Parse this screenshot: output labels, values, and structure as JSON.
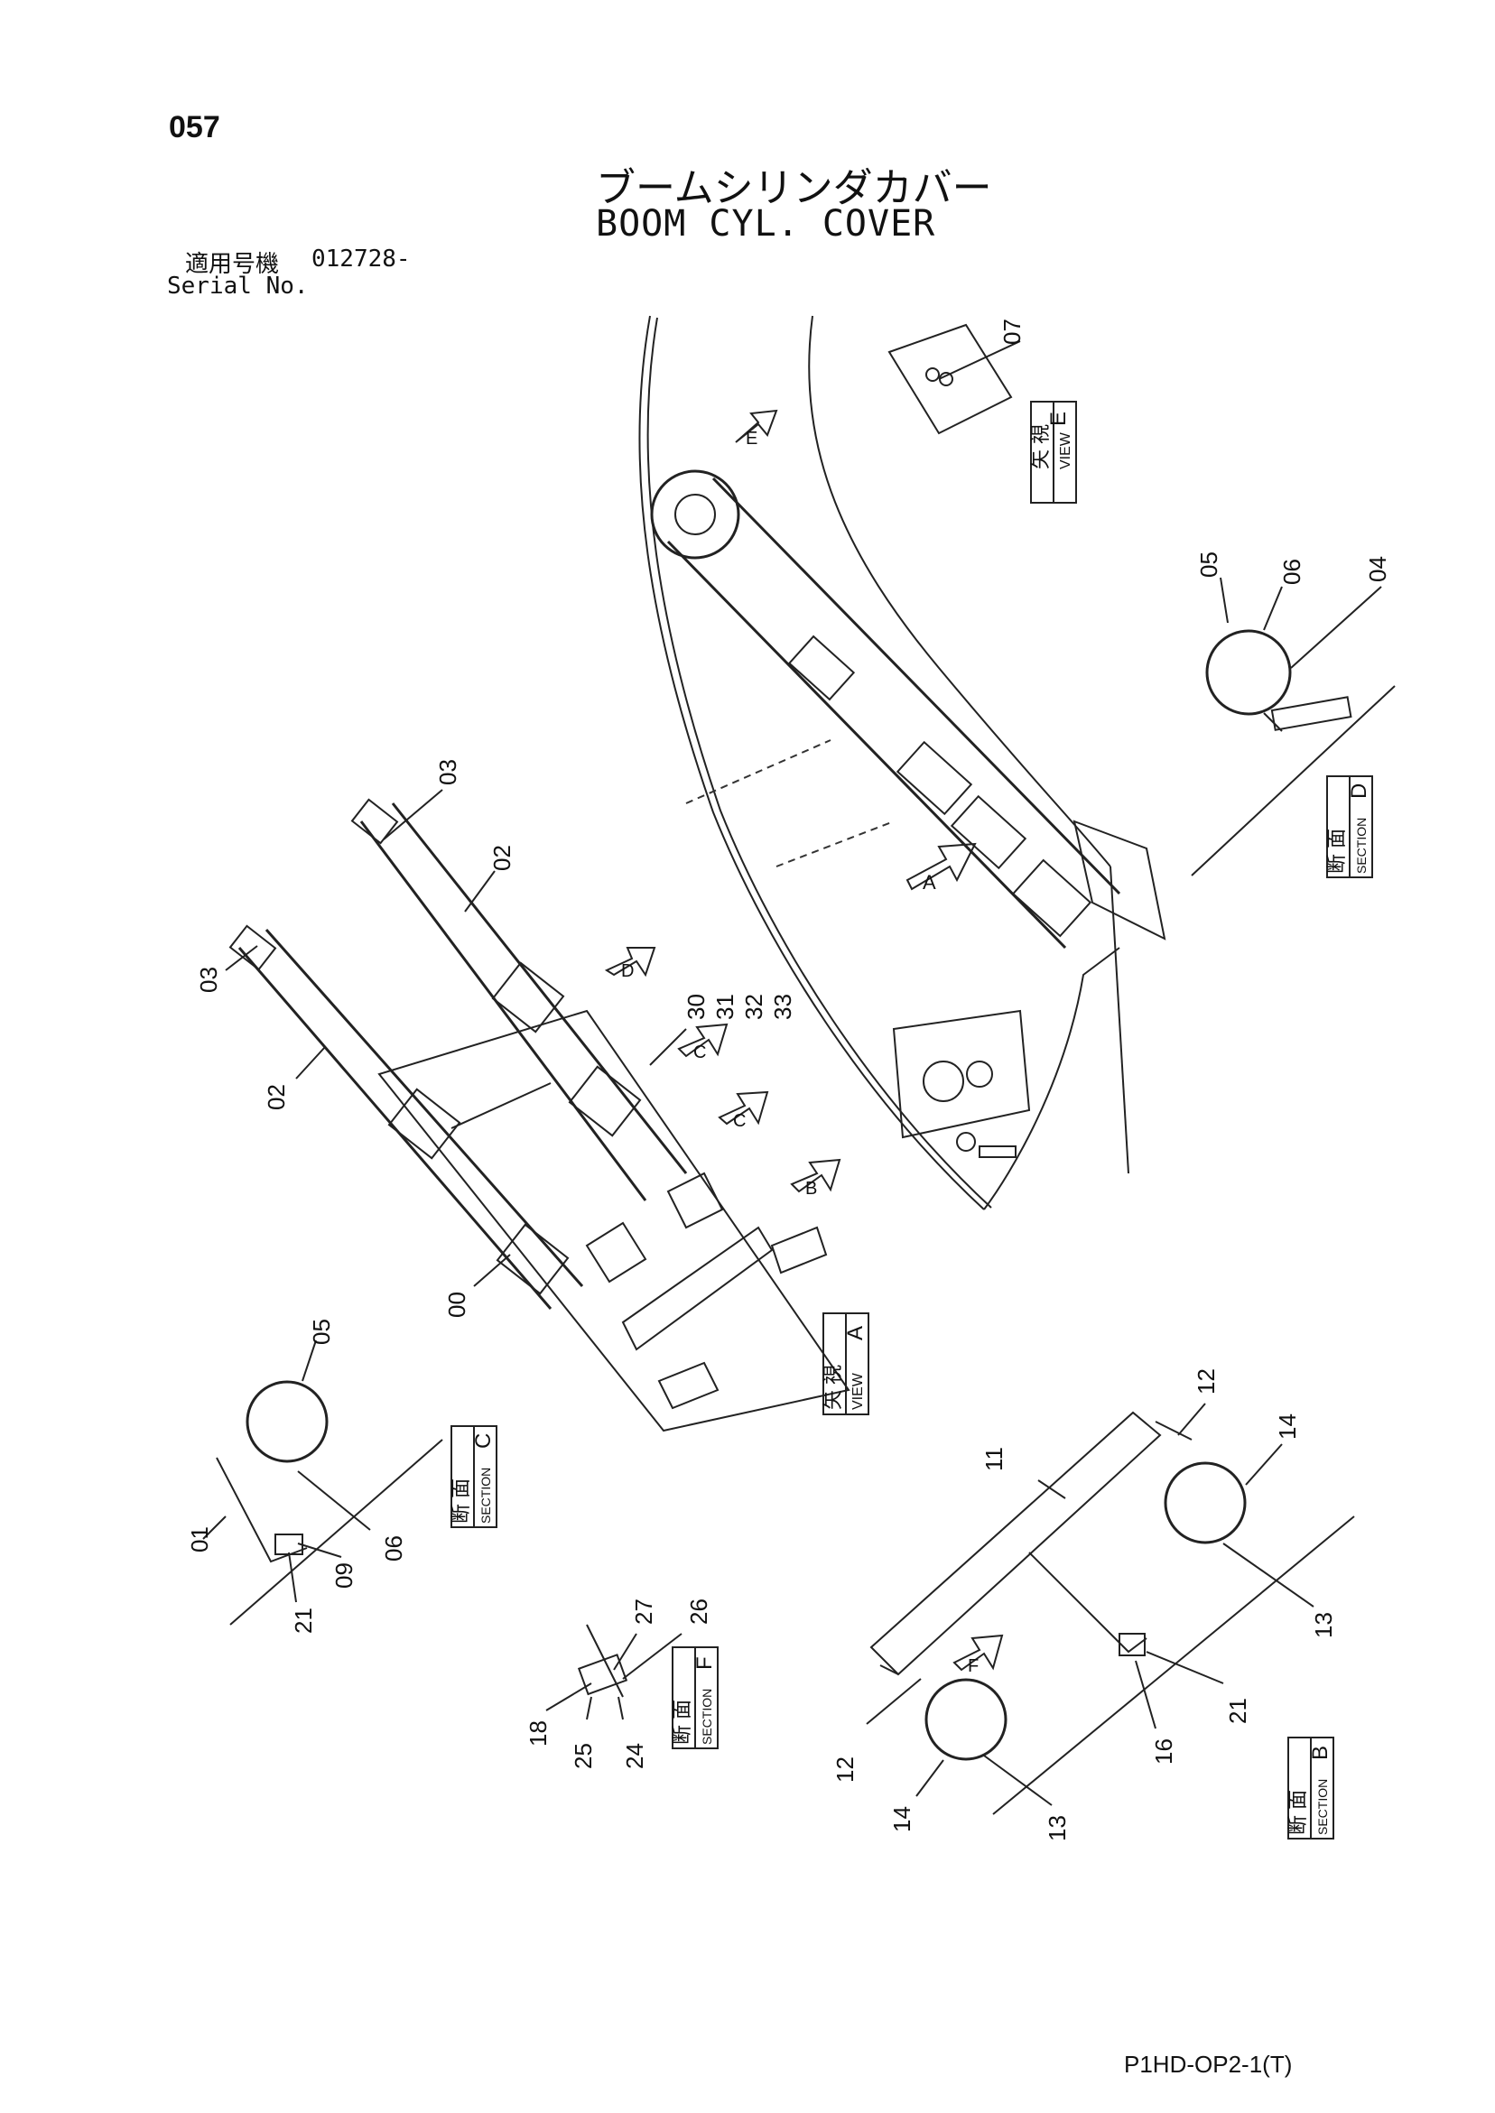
{
  "page": {
    "number": "057",
    "title_jp": "ブームシリンダカバー",
    "title_en": "BOOM CYL. COVER",
    "serial_jp": "適用号機",
    "serial_value": "012728-",
    "serial_en": "Serial No.",
    "drawing_code": "P1HD-OP2-1(T)"
  },
  "views": {
    "view_e": {
      "jp": "矢 視",
      "en": "VIEW",
      "letter": "E"
    },
    "view_a": {
      "jp": "矢 視",
      "en": "VIEW",
      "letter": "A"
    },
    "section_d": {
      "jp": "断 面",
      "en": "SECTION",
      "letter": "D"
    },
    "section_c": {
      "jp": "断 面",
      "en": "SECTION",
      "letter": "C"
    },
    "section_f": {
      "jp": "断 面",
      "en": "SECTION",
      "letter": "F"
    },
    "section_b": {
      "jp": "断 面",
      "en": "SECTION",
      "letter": "B"
    }
  },
  "arrows": {
    "e": "E",
    "a": "A",
    "d": "D",
    "c1": "C",
    "c2": "C",
    "b": "B",
    "f": "F"
  },
  "callouts": {
    "c07": "07",
    "c05d": "05",
    "c06d": "06",
    "c04d": "04",
    "c03a": "03",
    "c02a": "02",
    "c03b": "03",
    "c02b": "02",
    "c30": "30",
    "c31": "31",
    "c32": "32",
    "c33": "33",
    "c00": "00",
    "c05c": "05",
    "c01c": "01",
    "c21c": "21",
    "c09c": "09",
    "c06c": "06",
    "c27": "27",
    "c26": "26",
    "c18": "18",
    "c25": "25",
    "c24": "24",
    "c11": "11",
    "c12a": "12",
    "c14a": "14",
    "c13a": "13",
    "c12b": "12",
    "c14b": "14",
    "c13b": "13",
    "c16": "16",
    "c21b": "21"
  }
}
